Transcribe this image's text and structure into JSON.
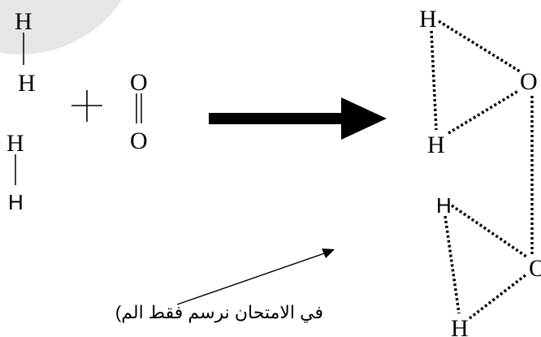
{
  "reactants": {
    "h2_a": {
      "top": "H",
      "bottom": "H"
    },
    "h2_b": {
      "top": "H",
      "bottom": "H"
    },
    "o2": {
      "top": "O",
      "bottom": "O"
    },
    "plus": "+"
  },
  "transition_state": {
    "h_top": "H",
    "o_top": "O",
    "h_mid": "H",
    "h_low": "H",
    "o_low": "O",
    "h_bottom": "H"
  },
  "caption": "(في الامتحان نرسم فقط الم"
}
